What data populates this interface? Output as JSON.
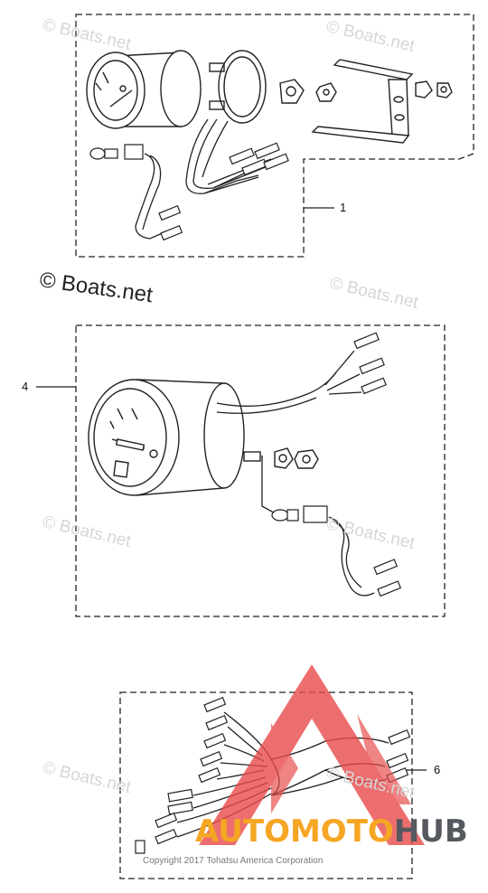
{
  "watermark_text": "© Boats.net",
  "main_credit": "© Boats.net",
  "callouts": {
    "c1": "1",
    "c4": "4",
    "c6": "6"
  },
  "copyright": "Copyright 2017 Tohatsu America Corporation",
  "brand": {
    "part1": "AUTOMOTO",
    "part2": "HUB",
    "color1": "#f5a623",
    "color2": "#55595f",
    "logo_color": "#e84a4a"
  }
}
